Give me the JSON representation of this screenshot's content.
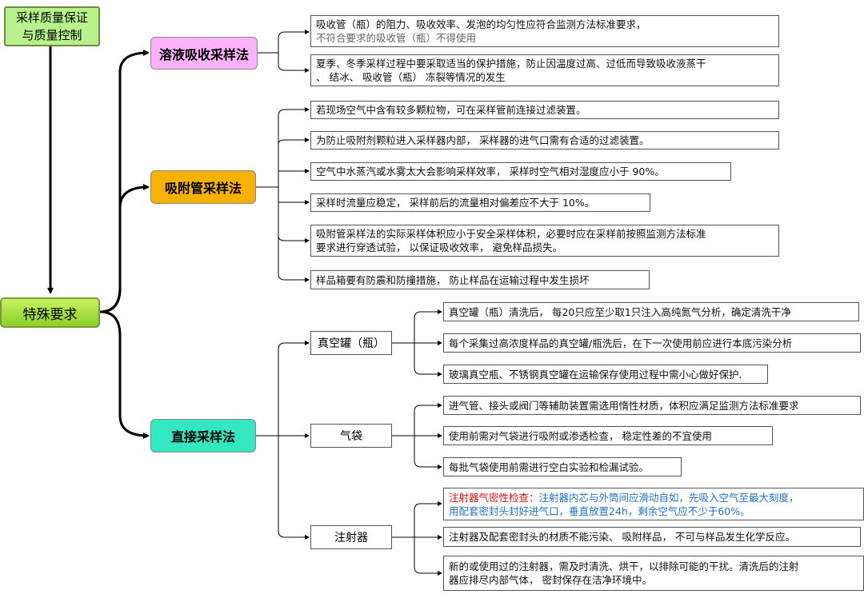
{
  "root": {
    "line1": "采样质量保证",
    "line2": "与质量控制"
  },
  "main": "特殊要求",
  "categories": [
    {
      "label": "溶液吸收采样法",
      "items": [
        {
          "line1": "吸收管（瓶）的阻力、吸收效率、发泡的均匀性应符合监测方法标准要求，",
          "line2": "不符合要求的吸收管（瓶）不得使用"
        },
        {
          "line1": "夏季、冬季采样过程中要采取适当的保护措施，防止因温度过高、过低而导致吸收液蒸干",
          "line2": "、 结冰、 吸收管（瓶） 冻裂等情况的发生"
        }
      ]
    },
    {
      "label": "吸附管采样法",
      "items": [
        {
          "line1": "若现场空气中含有较多颗粒物，可在采样管前连接过滤装置。"
        },
        {
          "line1": "为防止吸附剂颗粒进入采样器内部， 采样器的进气口需有合适的过滤装置。"
        },
        {
          "line1": "空气中水蒸汽或水雾太大会影响采样效率， 采样时空气相对湿度应小于 90%。"
        },
        {
          "line1": "采样时流量应稳定， 采样前后的流量相对偏差应不大于 10%。"
        },
        {
          "line1": "吸附管采样法的实际采样体积应小于安全采样体积，必要时应在采样前按照监测方法标准",
          "line2": "要求进行穿透试验， 以保证吸收效率， 避免样品损失。"
        },
        {
          "line1": " 样品箱要有防震和防撞措施， 防止样品在运输过程中发生损坏"
        }
      ]
    },
    {
      "label": "直接采样法",
      "subs": [
        {
          "label": "真空罐（瓶）",
          "items": [
            {
              "line1": "真空罐（瓶）清洗后， 每20只应至少取1只注入高纯氮气分析，确定清洗干净"
            },
            {
              "line1": "每个采集过高浓度样品的真空罐/瓶洗后，在下一次使用前应进行本底污染分析"
            },
            {
              "line1": "玻璃真空瓶、不锈钢真空罐在运输保存使用过程中需小心做好保护."
            }
          ]
        },
        {
          "label": "气袋",
          "items": [
            {
              "line1": "进气管、接头或阀门等辅助装置需选用惰性材质，体积应满足监测方法标准要求"
            },
            {
              "line1": "使用前需对气袋进行吸附或渗透检查， 稳定性差的不宜使用"
            },
            {
              "line1": "每批气袋使用前需进行空白实验和检漏试验。"
            }
          ]
        },
        {
          "label": "注射器",
          "items": [
            {
              "lead": "注射器气密性检查：",
              "line1": "注射器内芯与外筒间应滑动自如，先吸入空气至最大刻度，",
              "line2": "用配套密封头封好进气口，垂直放置24h，剩余空气应不少于60%。"
            },
            {
              "line1": "注射器及配套密封头的材质不能污染、 吸附样品， 不可与样品发生化学反应。"
            },
            {
              "line1": "新的或使用过的注射器，需及时清洗、烘干，以排除可能的干扰。清洗后的注射",
              "line2": "器应排尽内部气体， 密封保存在洁净环境中。"
            }
          ]
        }
      ]
    }
  ]
}
